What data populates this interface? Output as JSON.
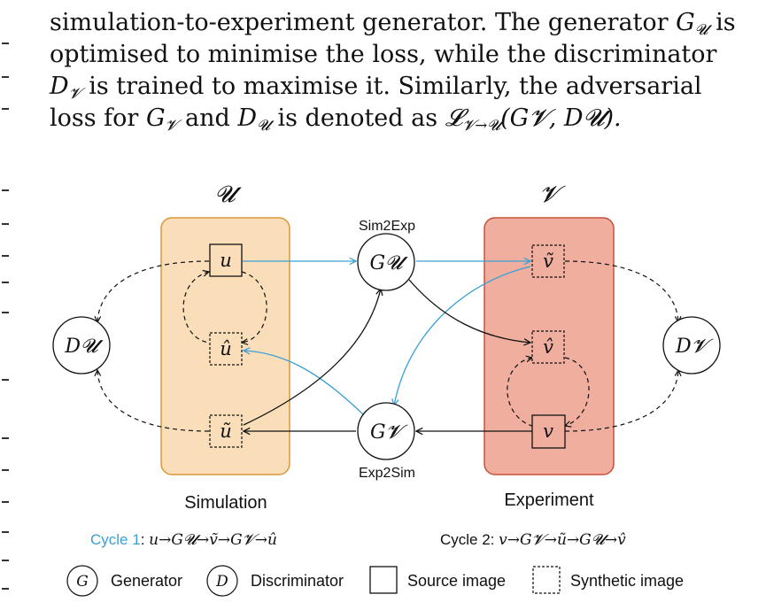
{
  "paragraph": {
    "line1_pre": "simulation-to-experiment generator. The generator ",
    "line1_sym": "G",
    "line1_sub": "𝓤",
    "line1_post": " is",
    "line2": "optimised to minimise the loss, while the discriminator",
    "line3_sym": "D",
    "line3_sub": "𝓥",
    "line3_post": " is trained to maximise it. Similarly, the adversarial",
    "line4_pre": "loss for ",
    "line4_g": "G",
    "line4_gsub": "𝓥",
    "line4_and": " and ",
    "line4_d": "D",
    "line4_dsub": "𝓤",
    "line4_mid": " is denoted as ",
    "line4_loss": "𝓛",
    "line4_losssub": "𝓥→𝓤",
    "line4_args": "(G𝓥, D𝓤)."
  },
  "figure": {
    "domain_u_label": "𝓤",
    "domain_v_label": "𝓥",
    "sim2exp_label": "Sim2Exp",
    "exp2sim_label": "Exp2Sim",
    "simulation_label": "Simulation",
    "experiment_label": "Experiment",
    "gen_u": "G𝓤",
    "gen_v": "G𝓥",
    "disc_u": "D𝓤",
    "disc_v": "D𝓥",
    "node_u": "u",
    "node_u_hat": "û",
    "node_u_tilde": "ũ",
    "node_v": "v",
    "node_v_hat": "v̂",
    "node_v_tilde": "ṽ",
    "cycle1_label": "Cycle 1",
    "cycle1_expr": "u→G𝓤→ṽ→G𝓥→û",
    "cycle2_label": "Cycle 2:",
    "cycle2_expr": "v→G𝓥→ũ→G𝓤→v̂",
    "legend_generator_symbol": "G",
    "legend_generator": "Generator",
    "legend_discriminator_symbol": "D",
    "legend_discriminator": "Discriminator",
    "legend_source": "Source image",
    "legend_synthetic": "Synthetic image",
    "colors": {
      "simulation_fill": "#f9deb9",
      "simulation_stroke": "#d9993a",
      "experiment_fill": "#f0ae9e",
      "experiment_stroke": "#c9503c",
      "cycle_blue": "#3aa0d6",
      "ink": "#111111"
    }
  }
}
